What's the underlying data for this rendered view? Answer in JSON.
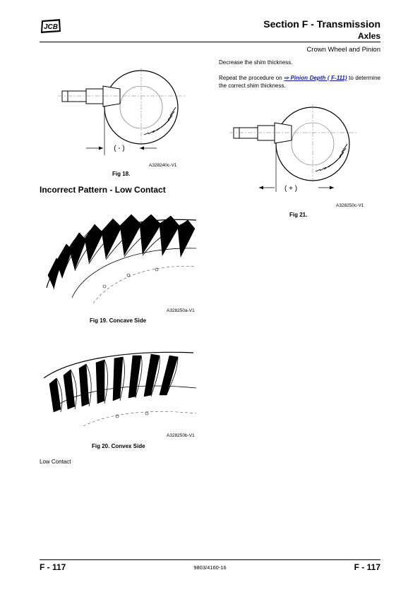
{
  "header": {
    "logo": "JCB",
    "title": "Section F - Transmission",
    "subtitle": "Axles",
    "topic": "Crown Wheel and Pinion"
  },
  "right_column": {
    "para1": "Decrease the shim thickness.",
    "para2_before": "Repeat the procedure on ",
    "para2_link": "⇨ Pinion Depth ( F-111)",
    "para2_after": " to determine the correct shim thickness."
  },
  "figures": {
    "fig18": {
      "adjust_label": "( - )",
      "ref": "A328240c-V1",
      "caption": "Fig 18."
    },
    "fig21": {
      "adjust_label": "( + )",
      "ref": "A328250c-V1",
      "caption": "Fig 21."
    },
    "fig19": {
      "ref": "A328250a-V1",
      "caption": "Fig 19. Concave Side"
    },
    "fig20": {
      "ref": "A328250b-V1",
      "caption": "Fig 20. Convex Side"
    }
  },
  "section_heading": "Incorrect Pattern - Low Contact",
  "body_text": "Low Contact",
  "footer": {
    "page_left": "F - 117",
    "doc_number": "9803/4160-16",
    "page_right": "F - 117"
  }
}
